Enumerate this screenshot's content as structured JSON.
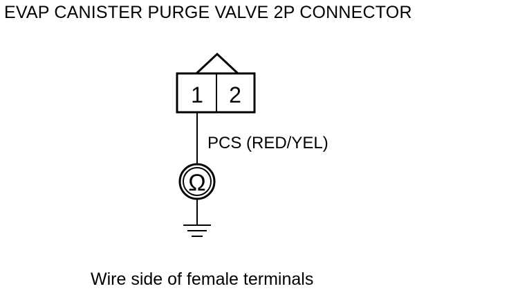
{
  "title": "EVAP CANISTER PURGE VALVE 2P CONNECTOR",
  "connector": {
    "terminals": [
      "1",
      "2"
    ]
  },
  "wire_label": "PCS (RED/YEL)",
  "meter": {
    "symbol": "Ω",
    "icon": "ohmmeter-icon"
  },
  "ground": {
    "icon": "ground-icon"
  },
  "caption": "Wire side of female terminals"
}
